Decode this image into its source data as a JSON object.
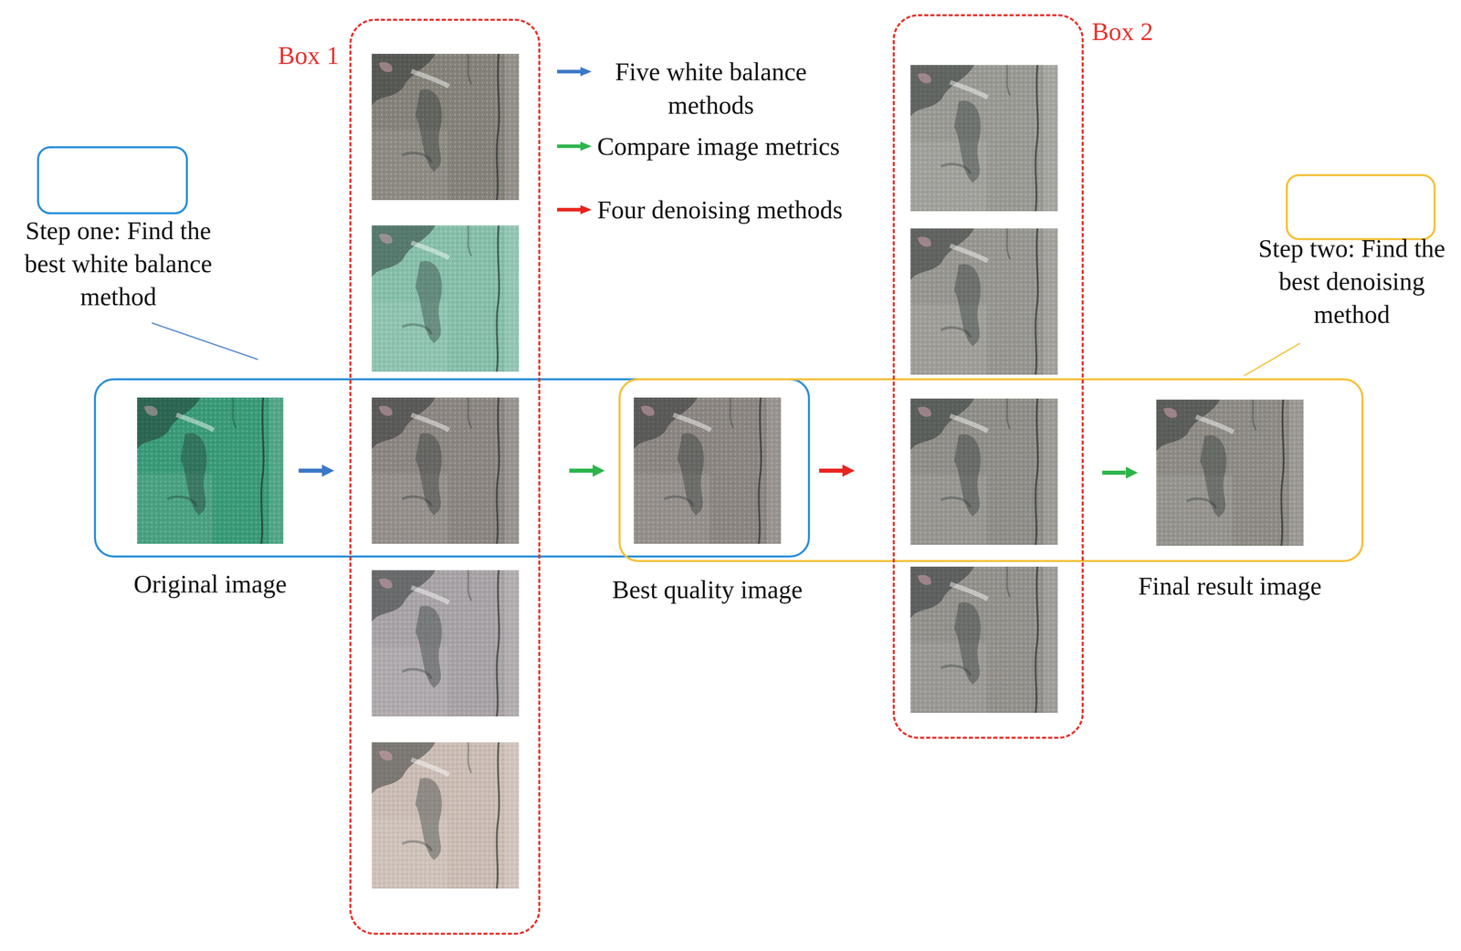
{
  "diagram": {
    "nodes": [
      {
        "text": [
          "Step one: Find the best white balance method"
        ]
      },
      {
        "text": [
          "Box 1"
        ]
      },
      {
        "text": [
          "Original image"
        ]
      },
      {
        "text": [
          "Best quality image"
        ]
      },
      {
        "text": [
          "Box 2"
        ]
      },
      {
        "text": [
          "Step two: Find the best denoising method"
        ]
      },
      {
        "text": [
          "Final result image"
        ]
      }
    ],
    "edges": [
      {
        "from": 2,
        "to": 1,
        "arrow": "to"
      },
      {
        "from": 1,
        "to": 3,
        "arrow": "to"
      },
      {
        "from": 3,
        "to": 4,
        "arrow": "to"
      },
      {
        "from": 4,
        "to": 6,
        "arrow": "to"
      }
    ],
    "legend": [
      {
        "text": "Five white balance methods"
      },
      {
        "text": "Compare image metrics"
      },
      {
        "text": "Four denoising methods"
      }
    ]
  }
}
